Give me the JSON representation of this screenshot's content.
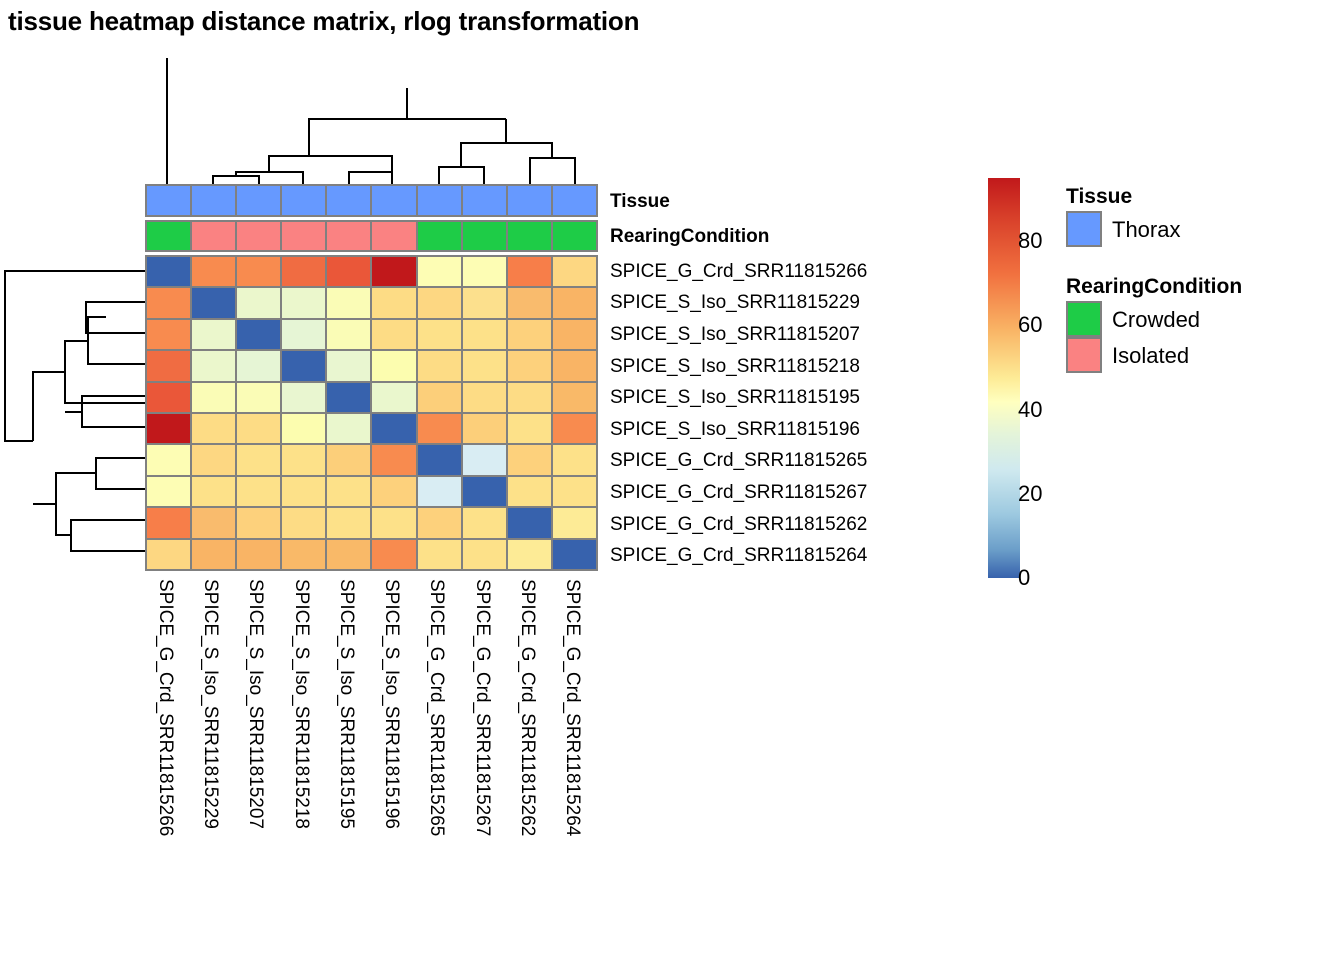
{
  "title": "tissue heatmap distance matrix, rlog transformation",
  "annotation_rows": [
    {
      "name": "Tissue",
      "label": "Tissue"
    },
    {
      "name": "RearingCondition",
      "label": "RearingCondition"
    }
  ],
  "legends": [
    {
      "title": "Tissue",
      "items": [
        {
          "label": "Thorax",
          "color": "#6699ff"
        }
      ]
    },
    {
      "title": "RearingCondition",
      "items": [
        {
          "label": "Crowded",
          "color": "#1ecc47"
        },
        {
          "label": "Isolated",
          "color": "#fa8282"
        }
      ]
    }
  ],
  "colorbar": {
    "ticks": [
      "80",
      "60",
      "40",
      "20",
      "0"
    ],
    "tick_values": [
      80,
      60,
      40,
      20,
      0
    ],
    "min": 0,
    "max": 95,
    "low_color": "#3762ad",
    "mid_color": "#ffffbf",
    "high_color": "#c1181b"
  },
  "chart_data": {
    "type": "heatmap",
    "title": "tissue heatmap distance matrix, rlog transformation",
    "xlabel": "",
    "ylabel": "",
    "value_range": [
      0,
      95
    ],
    "categories": [
      "SPICE_G_Crd_SRR11815266",
      "SPICE_S_Iso_SRR11815229",
      "SPICE_S_Iso_SRR11815207",
      "SPICE_S_Iso_SRR11815218",
      "SPICE_S_Iso_SRR11815195",
      "SPICE_S_Iso_SRR11815196",
      "SPICE_G_Crd_SRR11815265",
      "SPICE_G_Crd_SRR11815267",
      "SPICE_G_Crd_SRR11815262",
      "SPICE_G_Crd_SRR11815264"
    ],
    "row_labels": [
      "SPICE_G_Crd_SRR11815266",
      "SPICE_S_Iso_SRR11815229",
      "SPICE_S_Iso_SRR11815207",
      "SPICE_S_Iso_SRR11815218",
      "SPICE_S_Iso_SRR11815195",
      "SPICE_S_Iso_SRR11815196",
      "SPICE_G_Crd_SRR11815265",
      "SPICE_G_Crd_SRR11815267",
      "SPICE_G_Crd_SRR11815262",
      "SPICE_G_Crd_SRR11815264"
    ],
    "col_labels": [
      "SPICE_G_Crd_SRR11815266",
      "SPICE_S_Iso_SRR11815229",
      "SPICE_S_Iso_SRR11815207",
      "SPICE_S_Iso_SRR11815218",
      "SPICE_S_Iso_SRR11815195",
      "SPICE_S_Iso_SRR11815196",
      "SPICE_G_Crd_SRR11815265",
      "SPICE_G_Crd_SRR11815267",
      "SPICE_G_Crd_SRR11815262",
      "SPICE_G_Crd_SRR11815264"
    ],
    "values": [
      [
        0,
        77,
        77,
        81,
        85,
        95,
        53,
        53,
        80,
        60
      ],
      [
        77,
        0,
        36,
        36,
        42,
        55,
        58,
        55,
        63,
        63
      ],
      [
        77,
        36,
        0,
        34,
        42,
        56,
        55,
        54,
        59,
        63
      ],
      [
        81,
        36,
        34,
        0,
        37,
        47,
        57,
        55,
        58,
        65
      ],
      [
        85,
        42,
        42,
        37,
        0,
        36,
        62,
        57,
        56,
        65
      ],
      [
        95,
        55,
        56,
        47,
        36,
        0,
        70,
        62,
        56,
        72
      ],
      [
        53,
        58,
        55,
        57,
        62,
        70,
        0,
        28,
        62,
        53
      ],
      [
        53,
        55,
        54,
        55,
        57,
        62,
        28,
        0,
        56,
        53
      ],
      [
        80,
        63,
        59,
        58,
        56,
        56,
        62,
        56,
        0,
        52
      ],
      [
        60,
        63,
        63,
        65,
        65,
        72,
        53,
        53,
        52,
        0
      ]
    ],
    "cell_colors": [
      [
        "#3762ad",
        "#f88b4f",
        "#f88b4f",
        "#f06c42",
        "#ea5739",
        "#c1181b",
        "#fdfdb4",
        "#fdfdb4",
        "#f77e49",
        "#fdd782"
      ],
      [
        "#f88b4f",
        "#3762ad",
        "#ebf7cc",
        "#ebf7cc",
        "#fafcb6",
        "#fddc85",
        "#fdd782",
        "#fce08d",
        "#f9bb6d",
        "#f9b465"
      ],
      [
        "#f88b4f",
        "#ebf7cc",
        "#3762ad",
        "#e6f5d5",
        "#fafcb6",
        "#fddc85",
        "#fde189",
        "#fde189",
        "#fdd17c",
        "#f9b465"
      ],
      [
        "#f06c42",
        "#ebf7cc",
        "#e6f5d5",
        "#3762ad",
        "#e9f6d0",
        "#fcfdaf",
        "#fddc85",
        "#fde189",
        "#fdd17c",
        "#f9b465"
      ],
      [
        "#ea5739",
        "#fafcb6",
        "#fafcb6",
        "#e9f6d0",
        "#3762ad",
        "#eaf7cd",
        "#fccf7a",
        "#fddc85",
        "#fddc85",
        "#f9b968"
      ],
      [
        "#c1181b",
        "#fddc85",
        "#fddc85",
        "#fcfdaf",
        "#eaf7cd",
        "#3762ad",
        "#f88b4f",
        "#fccf7a",
        "#fde189",
        "#f88b4f"
      ],
      [
        "#fdfdb4",
        "#fdd782",
        "#fde189",
        "#fde189",
        "#fccf7a",
        "#f88b4f",
        "#3762ad",
        "#d9edf3",
        "#fdd17c",
        "#fde189"
      ],
      [
        "#fdfdb4",
        "#fde189",
        "#fde189",
        "#fde189",
        "#fde189",
        "#fdd17c",
        "#d9edf3",
        "#3762ad",
        "#fde189",
        "#fde189"
      ],
      [
        "#f77e49",
        "#f9bb6d",
        "#fdd17c",
        "#fddc85",
        "#fde189",
        "#fde189",
        "#fdd17c",
        "#fde189",
        "#3762ad",
        "#fdeb96"
      ],
      [
        "#fdd782",
        "#f9b465",
        "#f9b465",
        "#f9b968",
        "#f9b968",
        "#f88b4f",
        "#fde189",
        "#fde189",
        "#fdeb96",
        "#3762ad"
      ]
    ],
    "tissue_annotation": [
      "Thorax",
      "Thorax",
      "Thorax",
      "Thorax",
      "Thorax",
      "Thorax",
      "Thorax",
      "Thorax",
      "Thorax",
      "Thorax"
    ],
    "rearing_annotation": [
      "Crowded",
      "Isolated",
      "Isolated",
      "Isolated",
      "Isolated",
      "Isolated",
      "Crowded",
      "Crowded",
      "Crowded",
      "Crowded"
    ],
    "col_dendrogram": "((0),(((1,2),3),(4,5)),((6,7),(8,9)))",
    "row_dendrogram": "((0),((((1,2),3),(4,5)),((6,7),(8,9))))",
    "legend_position": "right",
    "grid": false
  }
}
